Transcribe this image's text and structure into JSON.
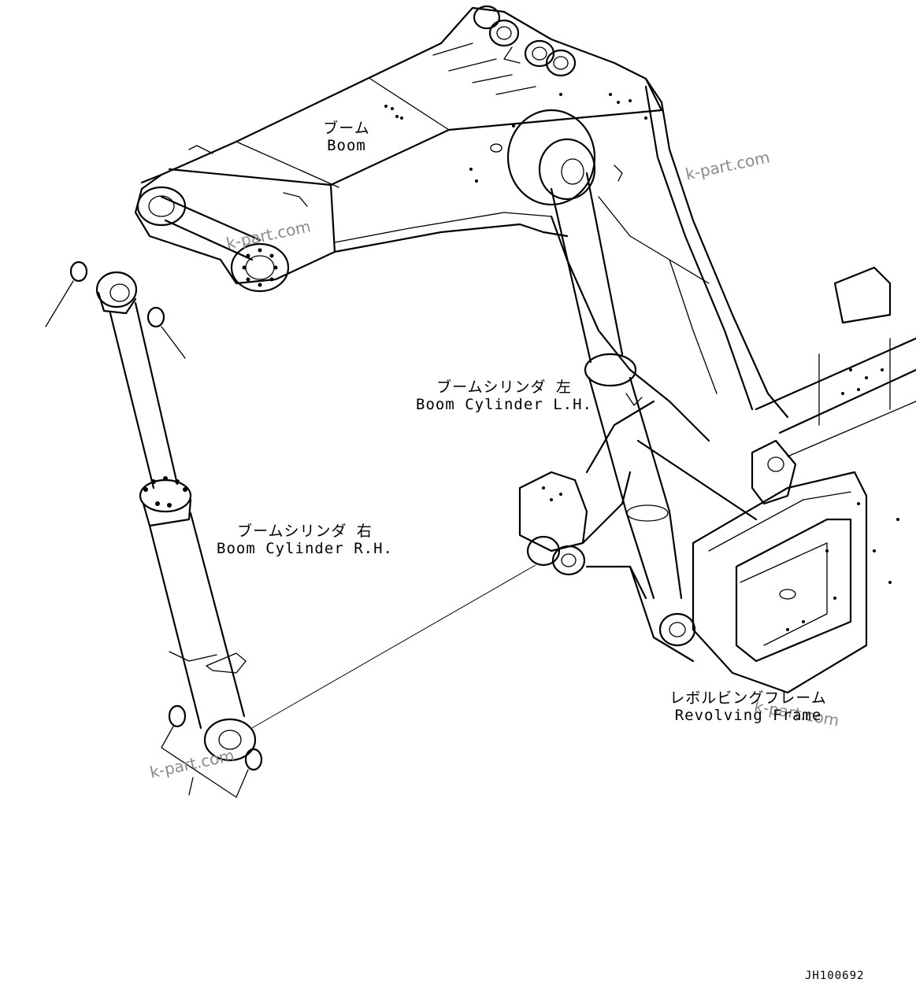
{
  "labels": {
    "boom": {
      "ja": "ブーム",
      "en": "Boom"
    },
    "boom_cyl_lh": {
      "ja": "ブームシリンダ 左",
      "en": "Boom Cylinder L.H."
    },
    "boom_cyl_rh": {
      "ja": "ブームシリンダ 右",
      "en": "Boom Cylinder R.H."
    },
    "revolving_frame": {
      "ja": "レボルビングフレーム",
      "en": "Revolving Frame"
    }
  },
  "watermark": "k-part.com",
  "drawing_code": "JH100692"
}
